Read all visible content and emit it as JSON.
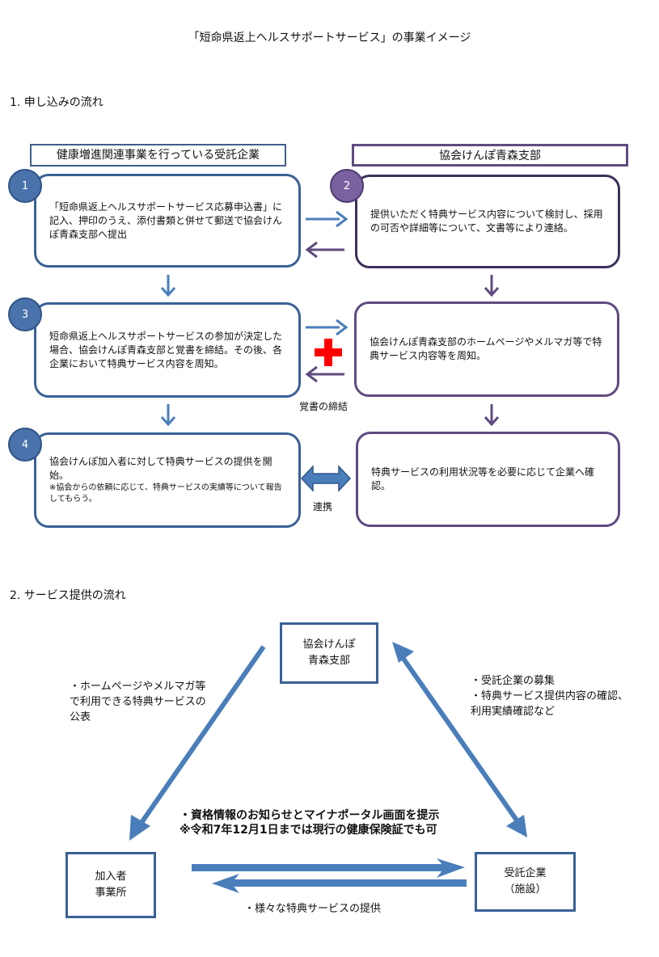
{
  "page_title": "「短命県返上ヘルスサポートサービス」の事業イメージ",
  "section1": {
    "title": "1. 申し込みの流れ",
    "left_header": "健康増進関連事業を行っている受託企業",
    "right_header": "協会けんぽ青森支部",
    "steps": [
      {
        "number": "1",
        "text": "「短命県返上ヘルスサポートサービス応募申込書」に記入、押印のうえ、添付書類と併せて郵送で協会けんぽ青森支部へ提出"
      },
      {
        "number": "2",
        "text": "提供いただく特典サービス内容について検討し、採用の可否や詳細等について、文書等により連絡。"
      },
      {
        "number": "3",
        "text": "短命県返上ヘルスサポートサービスの参加が決定した場合、協会けんぽ青森支部と覚書を締結。その後、各企業において特典サービス内容を周知。"
      },
      {
        "number": "4",
        "text": "協会けんぽ加入者に対して特典サービスの提供を開始。",
        "note": "※協会からの依頼に応じて、特典サービスの実績等について報告してもらう。"
      }
    ],
    "right_boxes": [
      {
        "text": "協会けんぽ青森支部のホームページやメルマガ等で特典サービス内容等を周知。"
      },
      {
        "text": "特典サービスの利用状況等を必要に応じて企業へ確認。"
      }
    ],
    "memorandum_label": "覚書の締結",
    "cooperation_label": "連携"
  },
  "section2": {
    "title": "2. サービス提供の流れ",
    "top_node": "協会けんぽ\n青森支部",
    "left_node": "加入者\n事業所",
    "right_node": "受託企業\n（施設）",
    "left_edge_note": "・ホームページやメルマガ等で利用できる特典サービスの公表",
    "right_edge_note": "・受託企業の募集\n・特典サービス提供内容の確認、利用実績確認など",
    "bottom_top_note_line1": "・資格情報のお知らせとマイナポータル画面を提示",
    "bottom_top_note_line2": "※令和7年12月1日までは現行の健康保険証でも可",
    "bottom_note": "・様々な特典サービスの提供"
  },
  "colors": {
    "blue": "#4A7EBB",
    "purple": "#5F4B80",
    "red_cross": "#FF0000"
  }
}
